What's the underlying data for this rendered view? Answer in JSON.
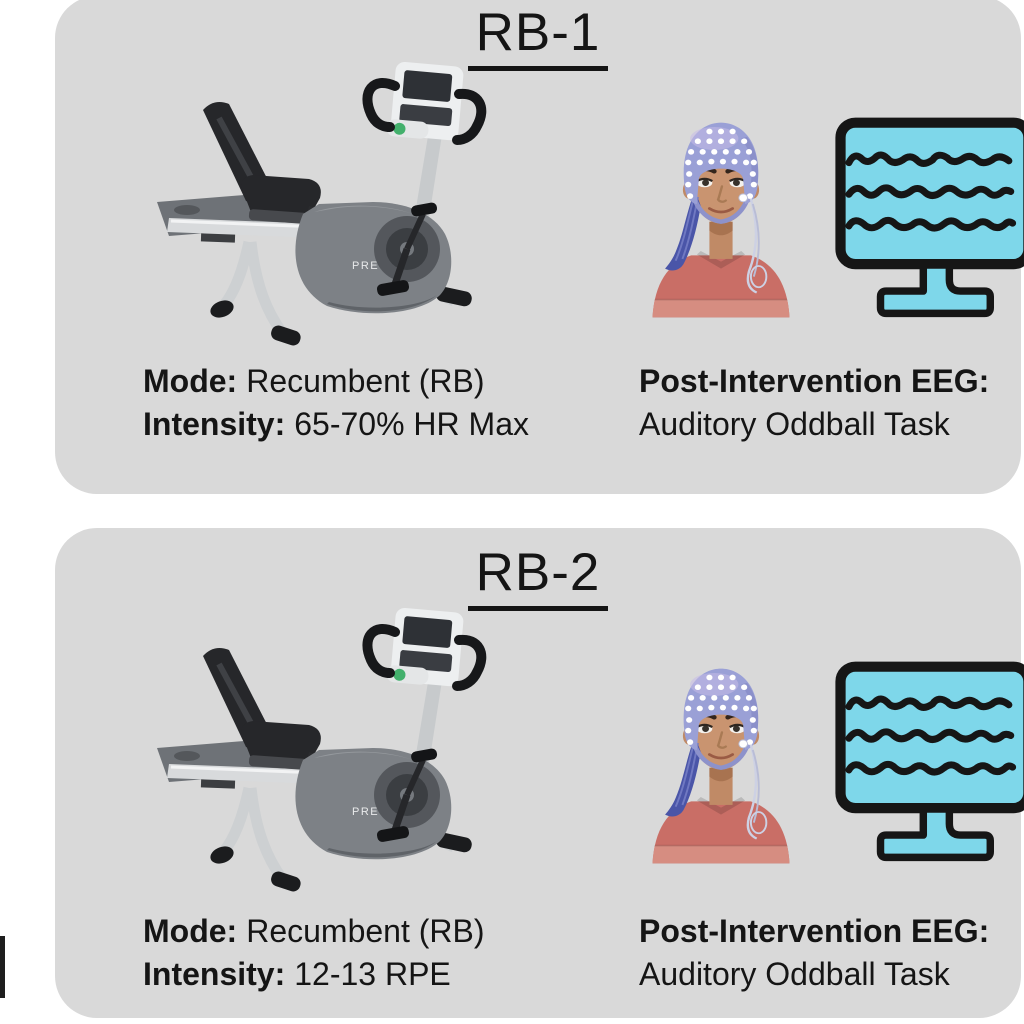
{
  "panels": [
    {
      "id": "rb-1",
      "title": "RB-1",
      "exercise": {
        "mode_label": "Mode:",
        "mode_value": "Recumbent (RB)",
        "intensity_label": "Intensity:",
        "intensity_value": "65-70% HR Max"
      },
      "assessment": {
        "heading": "Post-Intervention EEG:",
        "task": "Auditory Oddball Task"
      }
    },
    {
      "id": "rb-2",
      "title": "RB-2",
      "exercise": {
        "mode_label": "Mode:",
        "mode_value": "Recumbent (RB)",
        "intensity_label": "Intensity:",
        "intensity_value": "12-13 RPE"
      },
      "assessment": {
        "heading": "Post-Intervention EEG:",
        "task": "Auditory Oddball Task"
      }
    }
  ],
  "illustrations": {
    "bike": "recumbent-exercise-bike",
    "bike_logo": "PRECOR",
    "person": "person-wearing-eeg-electrode-cap",
    "monitor": "eeg-waveform-monitor"
  },
  "colors": {
    "page_bg": "#ffffff",
    "panel_bg": "#d9d9d9",
    "text": "#151515",
    "monitor_fill": "#7ed7ea",
    "outline": "#161616",
    "cap": "#9aa0d6",
    "shirt": "#c96e66",
    "skin": "#c99470",
    "wire": "#4a55a8"
  }
}
